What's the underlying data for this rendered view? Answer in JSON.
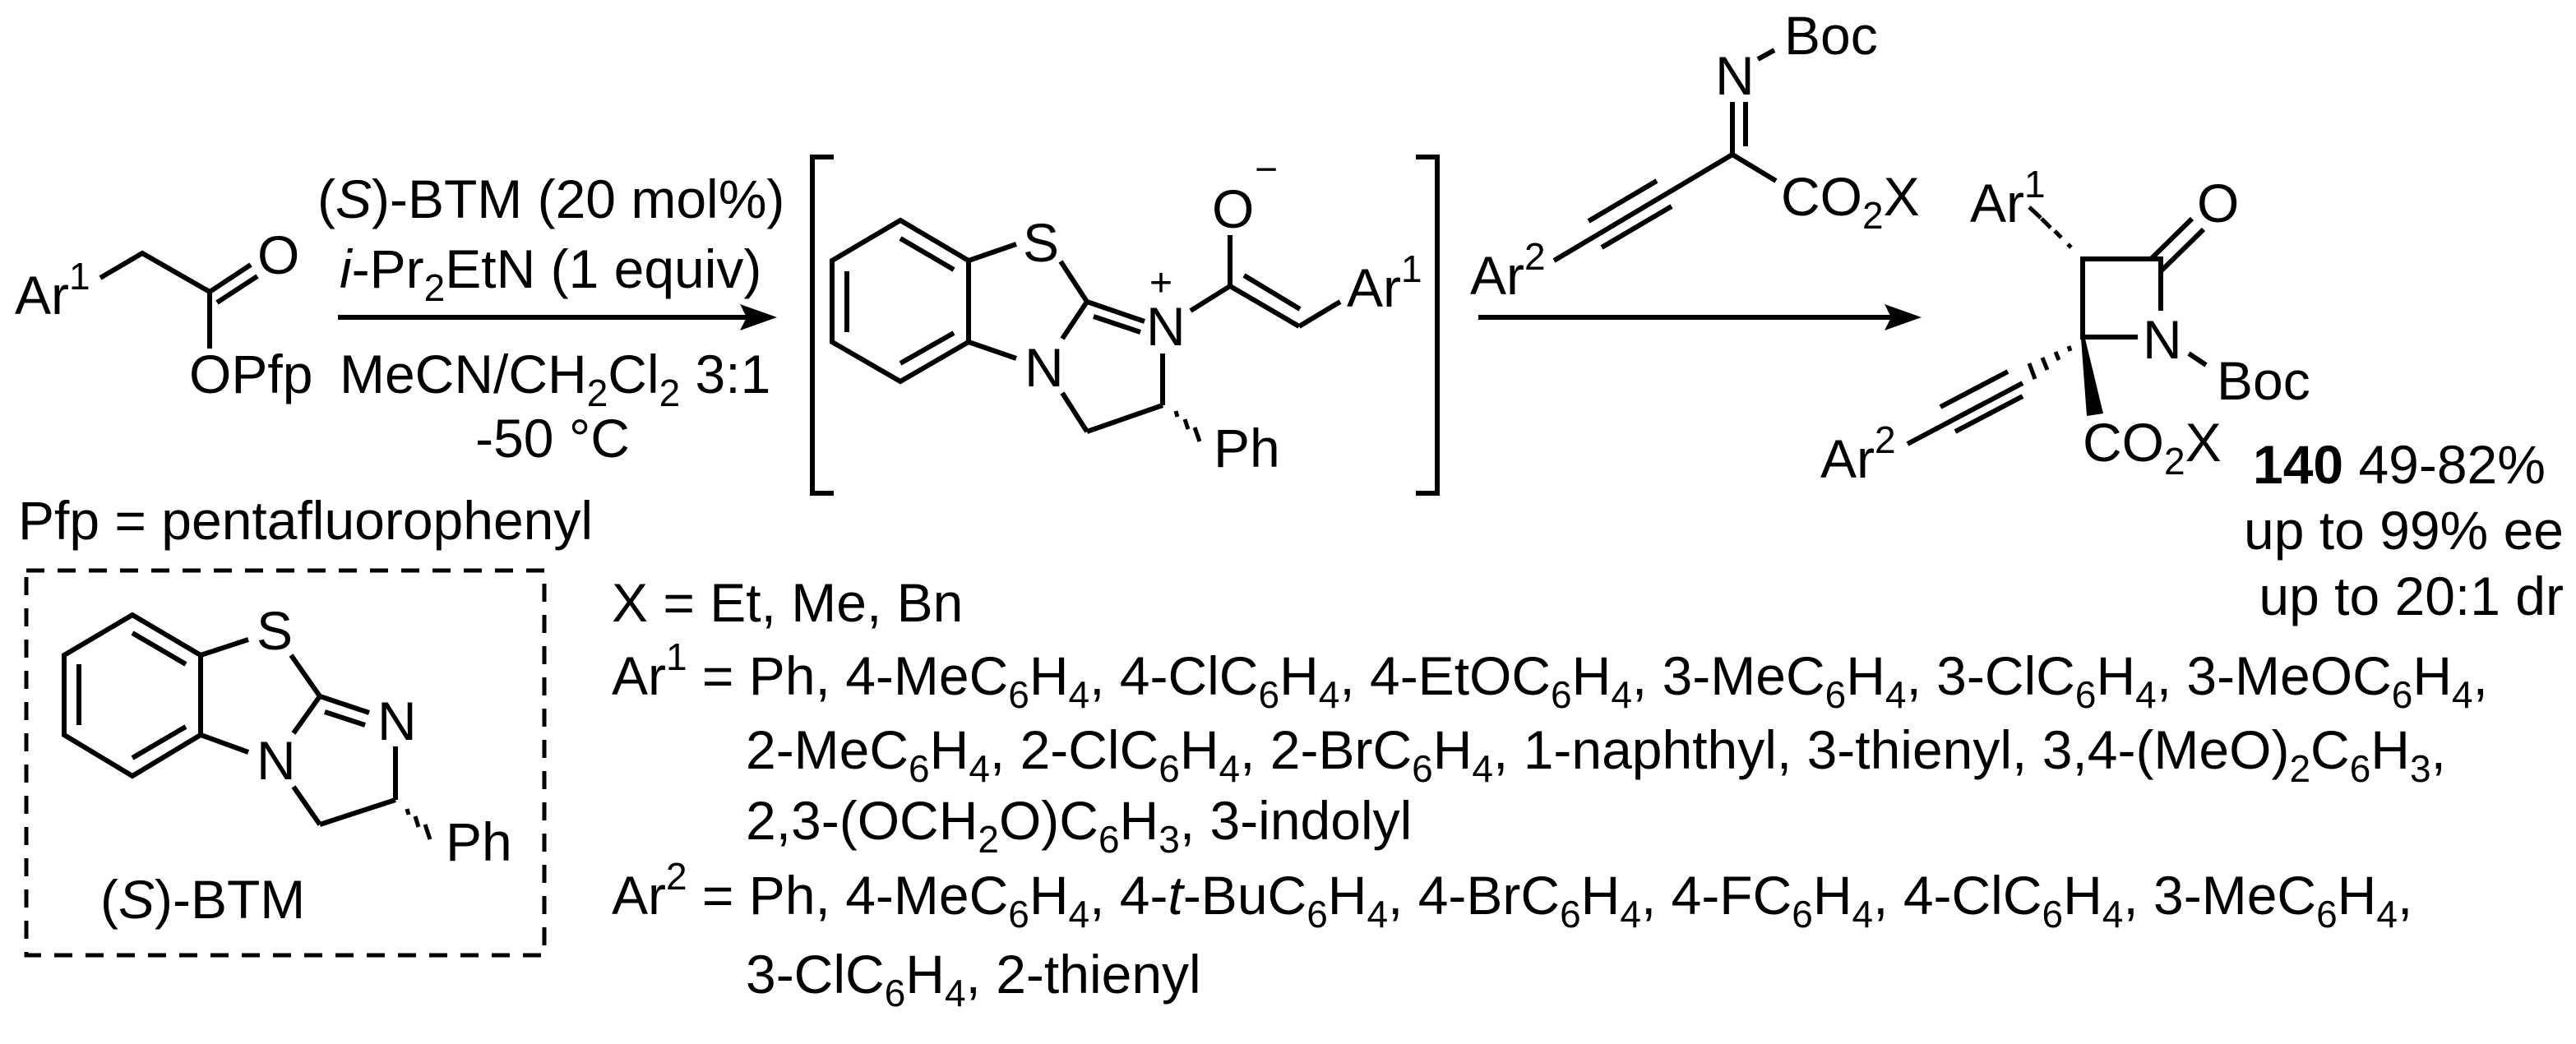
{
  "colors": {
    "ink": "#000000",
    "background": "#ffffff"
  },
  "starting_material": {
    "aryl": "Ar",
    "aryl_sup": "1",
    "carbonyl_o": "O",
    "leaving_group": "OPfp"
  },
  "step1_conditions": {
    "catalyst_prefix": "(",
    "catalyst_config": "S",
    "catalyst_rest": ")-BTM (20 mol%)",
    "base_prefix": "i",
    "base_a": "-Pr",
    "base_sub": "2",
    "base_b": "EtN (1 equiv)",
    "solvent_a": "MeCN/CH",
    "solvent_sub1": "2",
    "solvent_b": "Cl",
    "solvent_sub2": "2",
    "solvent_c": " 3:1",
    "temperature": "-50 °C"
  },
  "pfp_definition": "Pfp = pentafluorophenyl",
  "intermediate": {
    "s_atom": "S",
    "n_atom": "N",
    "n_plus_atom": "N",
    "charge_plus": "+",
    "enolate_o": "O",
    "charge_minus": "−",
    "aryl": "Ar",
    "aryl_sup": "1",
    "phenyl": "Ph"
  },
  "reagent": {
    "imine_n": "N",
    "protecting_group": "Boc",
    "ester_a": "CO",
    "ester_sub": "2",
    "ester_b": "X",
    "aryl": "Ar",
    "aryl_sup": "2"
  },
  "product": {
    "aryl1": "Ar",
    "aryl1_sup": "1",
    "carbonyl_o": "O",
    "ring_n": "N",
    "protecting_group": "Boc",
    "ester_a": "CO",
    "ester_sub": "2",
    "ester_b": "X",
    "aryl2": "Ar",
    "aryl2_sup": "2",
    "compound_number": "140",
    "yield": " 49-82%",
    "ee": "up to 99% ee",
    "dr": "up to 20:1 dr"
  },
  "catalyst_box": {
    "s_atom": "S",
    "n1_atom": "N",
    "n3_atom": "N",
    "phenyl": "Ph",
    "label_open": "(",
    "label_config": "S",
    "label_rest": ")-BTM"
  },
  "substituents": {
    "x_line": "X = Et, Me, Bn",
    "ar1_label": "Ar",
    "ar1_sup": "1",
    "ar1_line1": [
      {
        "t": " = Ph, 4-MeC"
      },
      {
        "s": "6"
      },
      {
        "t": "H"
      },
      {
        "s": "4"
      },
      {
        "t": ", 4-ClC"
      },
      {
        "s": "6"
      },
      {
        "t": "H"
      },
      {
        "s": "4"
      },
      {
        "t": ", 4-EtOC"
      },
      {
        "s": "6"
      },
      {
        "t": "H"
      },
      {
        "s": "4"
      },
      {
        "t": ", 3-MeC"
      },
      {
        "s": "6"
      },
      {
        "t": "H"
      },
      {
        "s": "4"
      },
      {
        "t": ", 3-ClC"
      },
      {
        "s": "6"
      },
      {
        "t": "H"
      },
      {
        "s": "4"
      },
      {
        "t": ", 3-MeOC"
      },
      {
        "s": "6"
      },
      {
        "t": "H"
      },
      {
        "s": "4"
      },
      {
        "t": ","
      }
    ],
    "ar1_line2": [
      {
        "t": "2-MeC"
      },
      {
        "s": "6"
      },
      {
        "t": "H"
      },
      {
        "s": "4"
      },
      {
        "t": ", 2-ClC"
      },
      {
        "s": "6"
      },
      {
        "t": "H"
      },
      {
        "s": "4"
      },
      {
        "t": ", 2-BrC"
      },
      {
        "s": "6"
      },
      {
        "t": "H"
      },
      {
        "s": "4"
      },
      {
        "t": ", 1-naphthyl, 3-thienyl, 3,4-(MeO)"
      },
      {
        "s": "2"
      },
      {
        "t": "C"
      },
      {
        "s": "6"
      },
      {
        "t": "H"
      },
      {
        "s": "3"
      },
      {
        "t": ","
      }
    ],
    "ar1_line3": [
      {
        "t": "2,3-(OCH"
      },
      {
        "s": "2"
      },
      {
        "t": "O)C"
      },
      {
        "s": "6"
      },
      {
        "t": "H"
      },
      {
        "s": "3"
      },
      {
        "t": ", 3-indolyl"
      }
    ],
    "ar2_label": "Ar",
    "ar2_sup": "2",
    "ar2_line1": [
      {
        "t": " = Ph, 4-MeC"
      },
      {
        "s": "6"
      },
      {
        "t": "H"
      },
      {
        "s": "4"
      },
      {
        "t": ", 4-"
      },
      {
        "i": "t"
      },
      {
        "t": "-BuC"
      },
      {
        "s": "6"
      },
      {
        "t": "H"
      },
      {
        "s": "4"
      },
      {
        "t": ", 4-BrC"
      },
      {
        "s": "6"
      },
      {
        "t": "H"
      },
      {
        "s": "4"
      },
      {
        "t": ", 4-FC"
      },
      {
        "s": "6"
      },
      {
        "t": "H"
      },
      {
        "s": "4"
      },
      {
        "t": ", 4-ClC"
      },
      {
        "s": "6"
      },
      {
        "t": "H"
      },
      {
        "s": "4"
      },
      {
        "t": ", 3-MeC"
      },
      {
        "s": "6"
      },
      {
        "t": "H"
      },
      {
        "s": "4"
      },
      {
        "t": ","
      }
    ],
    "ar2_line2": [
      {
        "t": "3-ClC"
      },
      {
        "s": "6"
      },
      {
        "t": "H"
      },
      {
        "s": "4"
      },
      {
        "t": ", 2-thienyl"
      }
    ]
  }
}
